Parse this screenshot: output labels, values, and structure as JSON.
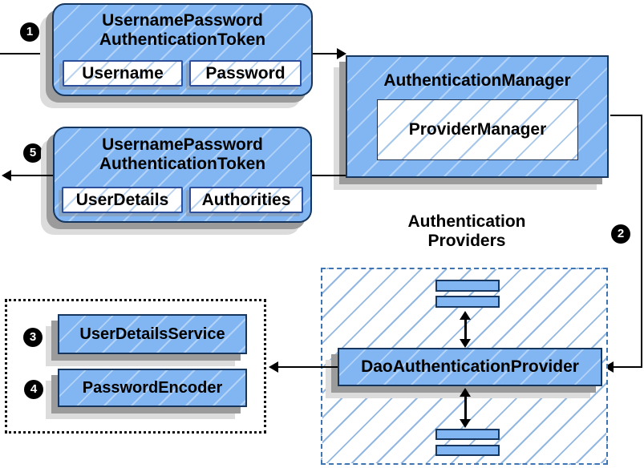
{
  "diagram": {
    "steps": {
      "s1": "1",
      "s2": "2",
      "s3": "3",
      "s4": "4",
      "s5": "5"
    },
    "token_request": {
      "title_line1": "UsernamePassword",
      "title_line2": "AuthenticationToken",
      "field1": "Username",
      "field2": "Password"
    },
    "auth_manager": {
      "title": "AuthenticationManager",
      "inner": "ProviderManager"
    },
    "token_response": {
      "title_line1": "UsernamePassword",
      "title_line2": "AuthenticationToken",
      "field1": "UserDetails",
      "field2": "Authorities"
    },
    "providers_label": {
      "line1": "Authentication",
      "line2": "Providers"
    },
    "dao_provider": {
      "title": "DaoAuthenticationProvider"
    },
    "services": {
      "user_details_service": "UserDetailsService",
      "password_encoder": "PasswordEncoder"
    },
    "colors": {
      "node_fill": "#82b6f2",
      "node_border": "#17365d",
      "inner_border": "#2d4f9c",
      "hatch_blue": "#8fbce6",
      "dashed_border": "#3f74b3",
      "shadow_1": "#9b9b9b",
      "shadow_2": "#dcdcdc",
      "line": "#000000"
    }
  }
}
